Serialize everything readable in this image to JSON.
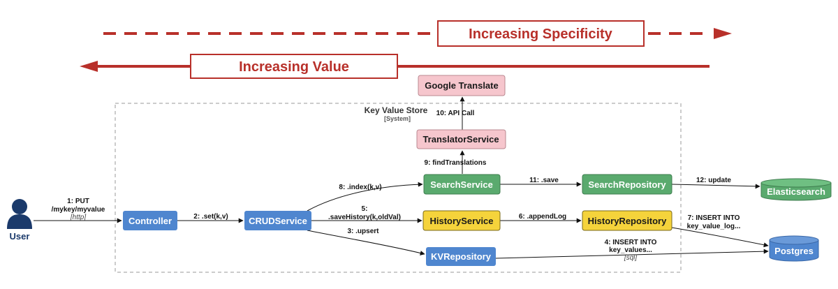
{
  "banners": {
    "specificity": "Increasing Specificity",
    "value": "Increasing Value"
  },
  "system": {
    "title": "Key Value Store",
    "subtitle": "[System]"
  },
  "actor": {
    "label": "User"
  },
  "nodes": {
    "google_translate": "Google Translate",
    "translator_service": "TranslatorService",
    "controller": "Controller",
    "crud_service": "CRUDService",
    "search_service": "SearchService",
    "history_service": "HistoryService",
    "kv_repository": "KVRepository",
    "search_repository": "SearchRepository",
    "history_repository": "HistoryRepository",
    "elasticsearch": "Elasticsearch",
    "postgres": "Postgres"
  },
  "edges": {
    "e1_line1": "1: PUT",
    "e1_line2": "/mykey/myvalue",
    "e1_sub": "[http]",
    "e2": "2: .set(k,v)",
    "e3": "3: .upsert",
    "e4_line1": "4: INSERT INTO",
    "e4_line2": "key_values...",
    "e4_sub": "[sql]",
    "e5_line1": "5:",
    "e5_line2": ".saveHistory(k,oldVal)",
    "e6": "6: .appendLog",
    "e7_line1": "7: INSERT INTO",
    "e7_line2": "key_value_log...",
    "e8": "8: .index(k,v)",
    "e9": "9: findTranslations",
    "e10": "10: API Call",
    "e11": "11: .save",
    "e12": "12: update"
  },
  "colors": {
    "banner_red": "#b8302a",
    "blue": "#4f86cf",
    "green": "#5aaa6e",
    "yellow": "#f5d33b",
    "pink": "#f6c6cd",
    "user_blue": "#1b3a6b"
  }
}
